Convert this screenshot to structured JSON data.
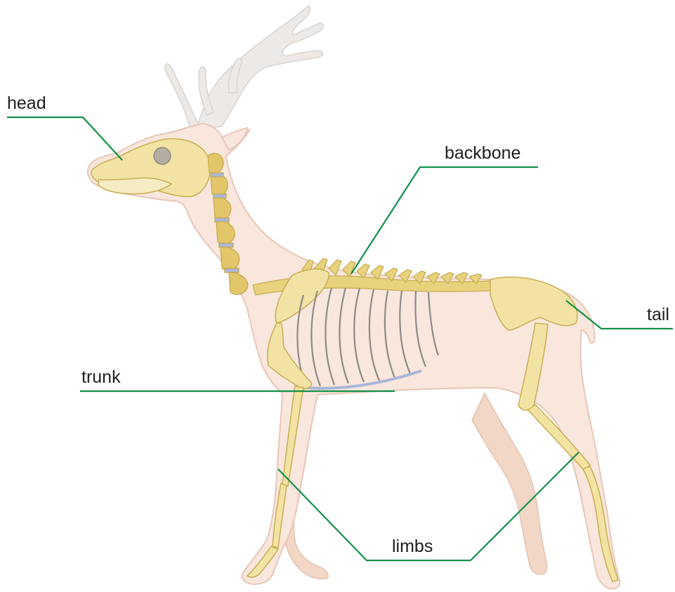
{
  "labels": {
    "head": "head",
    "backbone": "backbone",
    "tail": "tail",
    "trunk": "trunk",
    "limbs": "limbs"
  },
  "colors": {
    "leader_line": "#13904a",
    "body_fill": "#f9e6dc",
    "body_outline": "#e7c7b6",
    "bone": "#f2e3a4",
    "bone_shadow": "#d8bd5c",
    "antler": "#ece9e6",
    "disc": "#a9b6d9",
    "text": "#1e1e1e"
  }
}
